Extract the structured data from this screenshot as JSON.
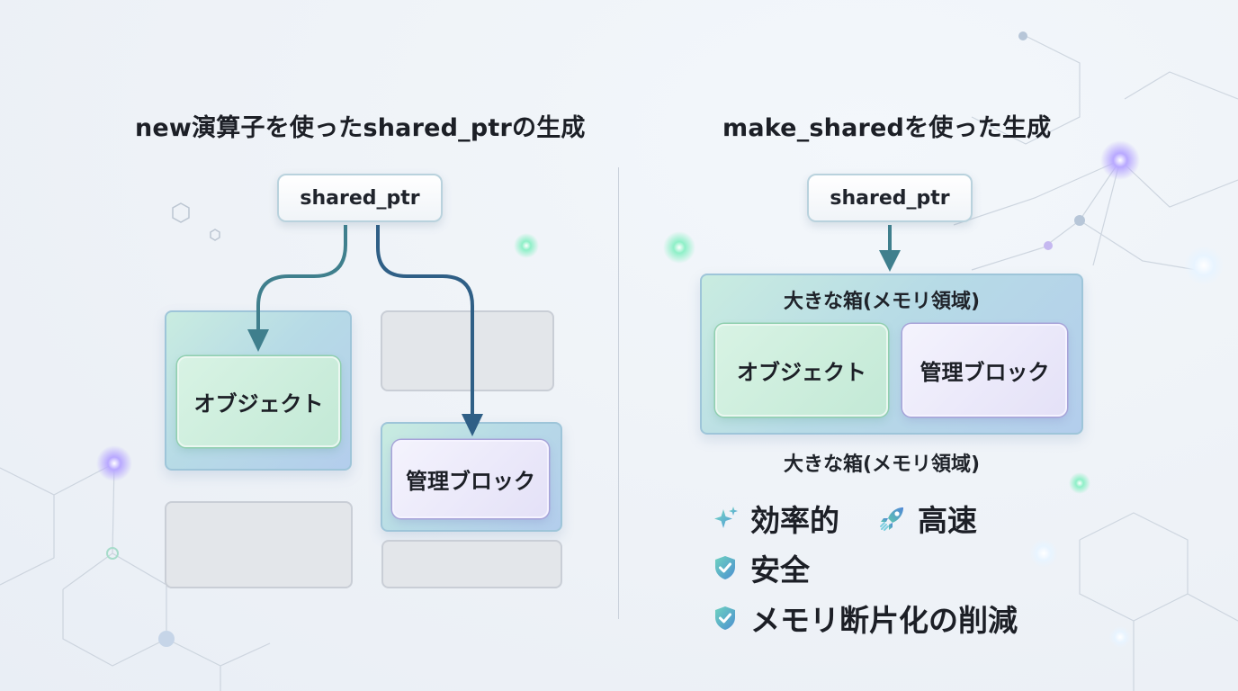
{
  "left": {
    "title": "new演算子を使ったshared_ptrの生成",
    "ptr_label": "shared_ptr",
    "object_label": "オブジェクト",
    "control_label": "管理ブロック"
  },
  "right": {
    "title": "make_sharedを使った生成",
    "ptr_label": "shared_ptr",
    "region_label_top": "大きな箱(メモリ領域)",
    "region_label_bottom": "大きな箱(メモリ領域)",
    "object_label": "オブジェクト",
    "control_label": "管理ブロック",
    "benefits": [
      {
        "icon": "sparkle-icon",
        "label": "効率的"
      },
      {
        "icon": "rocket-icon",
        "label": "高速"
      },
      {
        "icon": "shield-check-icon",
        "label": "安全"
      },
      {
        "icon": "shield-check-icon",
        "label": "メモリ断片化の削減"
      }
    ]
  },
  "colors": {
    "arrow_teal": "#3f7f8d",
    "arrow_blue": "#2f5f86",
    "accent_green": "#8fcfae",
    "accent_purple": "#a7a2d8"
  }
}
